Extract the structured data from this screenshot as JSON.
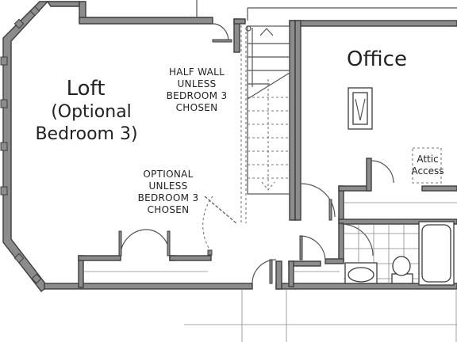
{
  "rooms": {
    "loft_title": "Loft",
    "loft_subtitle_1": "(Optional",
    "loft_subtitle_2": "Bedroom 3)",
    "office": "Office"
  },
  "notes": {
    "half_wall": [
      "HALF WALL",
      "UNLESS",
      "BEDROOM 3",
      "CHOSEN"
    ],
    "optional": [
      "OPTIONAL",
      "UNLESS",
      "BEDROOM 3",
      "CHOSEN"
    ],
    "attic": [
      "Attic",
      "Access"
    ]
  },
  "colors": {
    "wall_fill": "#8c8c8c",
    "wall_stroke": "#3c3c3c",
    "line": "#555555"
  }
}
